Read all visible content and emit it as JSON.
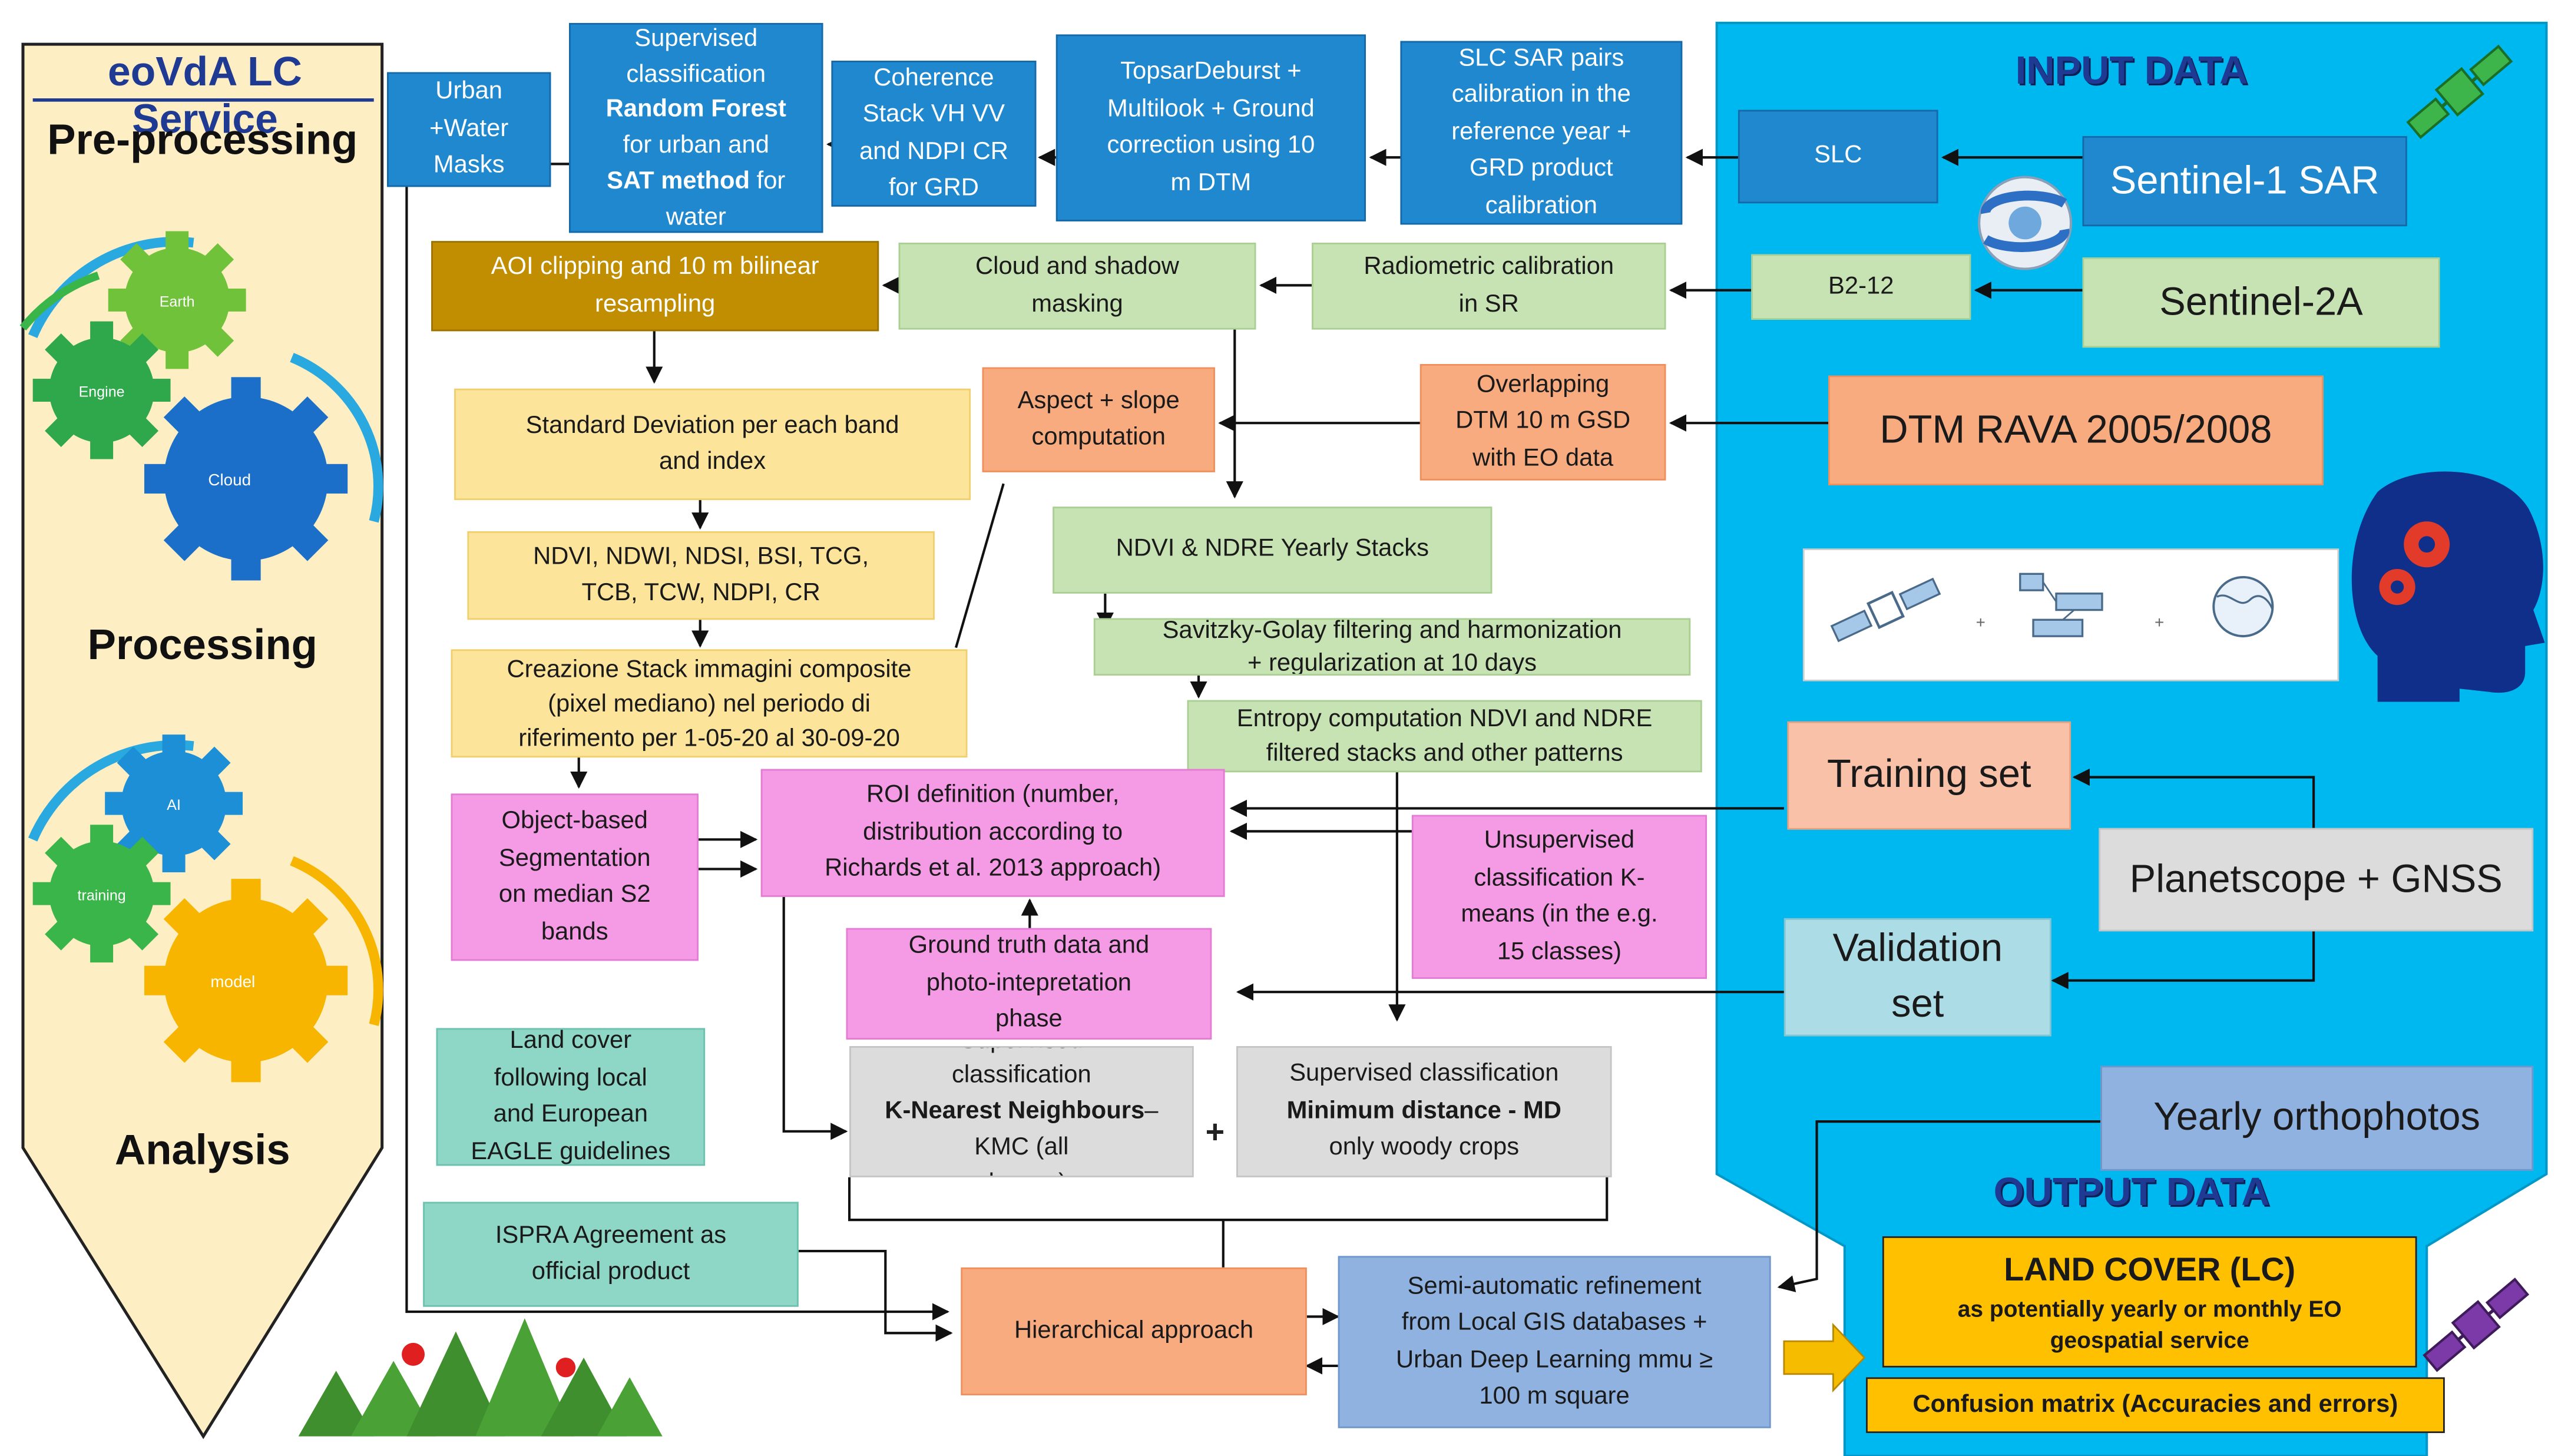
{
  "sidebar": {
    "title": "eoVdA LC Service",
    "stage_preprocessing": "Pre-processing",
    "stage_processing": "Processing",
    "stage_analysis": "Analysis",
    "gear_labels_top": [
      "Earth",
      "Engine",
      "Cloud"
    ],
    "gear_labels_bottom": [
      "AI",
      "training",
      "model"
    ]
  },
  "input_panel": {
    "title": "INPUT DATA",
    "sentinel1": "Sentinel-1 SAR",
    "slc": "SLC",
    "sentinel2": "Sentinel-2A",
    "b2_12": "B2-12",
    "dtm": "DTM  RAVA 2005/2008",
    "training_set": "Training set",
    "planetscope": "Planetscope + GNSS",
    "validation_set": "Validation\nset",
    "yearly_orthophotos": "Yearly orthophotos"
  },
  "output_panel": {
    "title": "OUTPUT DATA",
    "land_cover_title": "LAND COVER (LC)",
    "land_cover_desc": "as potentially  yearly or monthly  EO\ngeospatial service",
    "confusion_matrix": "Confusion  matrix (Accuracies and errors)"
  },
  "sar_chain": {
    "urban_water": "Urban\n+Water\nMasks",
    "supervised_rf_1": "Supervised\nclassification",
    "supervised_rf_bold": "Random Forest",
    "supervised_rf_2": "for urban and",
    "supervised_rf_bold2": "SAT method",
    "supervised_rf_3": "for\nwater",
    "coherence": "Coherence\nStack VH VV\nand NDPI CR\nfor GRD",
    "topsar": "TopsarDeburst +\nMultilook + Ground\ncorrection  using 10\nm DTM",
    "slc_pairs": "SLC SAR pairs\ncalibration  in the\nreference year +\nGRD product\ncalibration"
  },
  "optical_chain": {
    "aoi": "AOI clipping and 10 m bilinear\nresampling",
    "cloud": "Cloud  and shadow\nmasking",
    "radiometric": "Radiometric  calibration\nin SR",
    "stddev": "Standard  Deviation per each band\nand index",
    "aspect": "Aspect + slope\ncomputation",
    "overlap_dtm": "Overlapping\nDTM 10 m GSD\nwith EO data",
    "indices": "NDVI, NDWI, NDSI, BSI, TCG,\nTCB, TCW, NDPI, CR",
    "ndvi_stacks": "NDVI & NDRE  Yearly Stacks",
    "savitzky": "Savitzky-Golay filtering and harmonization\n+ regularization  at 10 days",
    "creazione": "Creazione Stack immagini composite\n(pixel mediano) nel periodo di\nriferimento  per 1-05-20 al 30-09-20",
    "entropy": "Entropy computation  NDVI and NDRE\nfiltered  stacks and other  patterns"
  },
  "classification": {
    "obia": "Object-based\nSegmentation\non median S2\nbands",
    "roi": "ROI definition  (number,\ndistribution  according  to\nRichards  et al. 2013 approach)",
    "unsupervised": "Unsupervised\nclassification  K-\nmeans (in the e.g.\n15 classes)",
    "ground_truth": "Ground  truth  data and\nphoto-intepretation\nphase",
    "land_cover_guidelines": "Land cover\nfollowing  local\nand European\nEAGLE guidelines",
    "knn_1": "Supervised\nclassification",
    "knn_bold": "K-Nearest\nNeighbours",
    "knn_2": "–KMC (all\nclasses)",
    "plus": "+",
    "md_1": "Supervised classification",
    "md_bold": "Minimum  distance  - MD",
    "md_2": "only  woody crops",
    "ispra": "ISPRA Agreement as\nofficial product",
    "hierarchical": "Hierarchical  approach",
    "semi_auto": "Semi-automatic refinement\nfrom Local GIS databases +\nUrban Deep Learning  mmu ≥\n100 m square"
  },
  "colors": {
    "panel_blue": "#00b8f0",
    "arrow_gold": "#f5bc00",
    "sidebar_fill": "#fdeec4",
    "title_navy": "#1f3a93"
  }
}
